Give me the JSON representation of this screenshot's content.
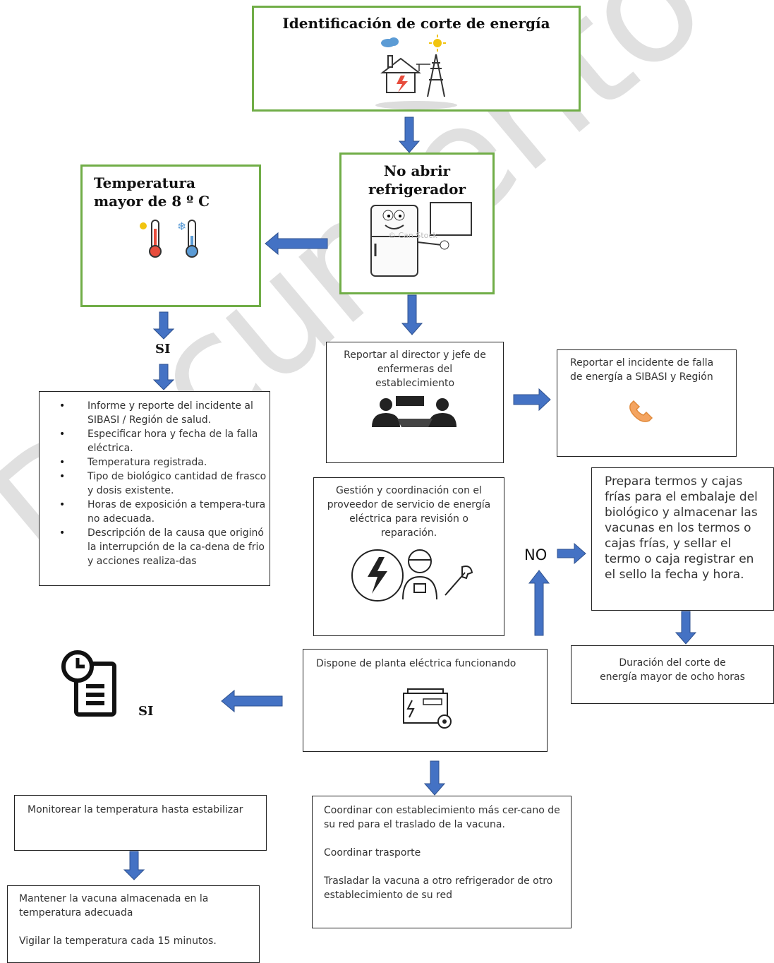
{
  "title_box": {
    "title": "Identificación de corte de energía"
  },
  "no_abrir": {
    "title": "No abrir refrigerador"
  },
  "temp_box": {
    "title": "Temperatura mayor de 8 º C"
  },
  "labels": {
    "si_top": "SI",
    "si_bottom": "SI",
    "no": "NO"
  },
  "incidente_list": [
    "Informe y reporte del incidente al SIBASI / Región de salud.",
    "Especificar hora y fecha de la falla eléctrica.",
    "Temperatura registrada.",
    "Tipo de biológico cantidad de frasco y dosis existente.",
    "Horas de exposición a tempera-tura no adecuada.",
    "Descripción de la causa que originó la interrupción de la ca-dena de frio y acciones realiza-das"
  ],
  "reportar_director": "Reportar al director y jefe de enfermeras del establecimiento",
  "reportar_sibasi": "Reportar el incidente de falla de energía  a SIBASI y Región",
  "gestion": "Gestión y coordinación con el proveedor de servicio de energía eléctrica para revisión o reparación.",
  "prepara_termos": "Prepara termos y cajas frías para el embalaje del biológico y almacenar las vacunas en los termos o cajas frías, y sellar el termo o caja registrar en el sello la fecha y hora.",
  "duracion": "Duración del corte de energía mayor de ocho horas",
  "planta": "Dispone  de planta eléctrica funcionando",
  "monitorear": "Monitorear la temperatura hasta estabilizar",
  "mantener": {
    "p1": "Mantener la vacuna almacenada en la temperatura adecuada",
    "p2": "Vigilar la temperatura cada 15 minutos."
  },
  "coordinar": {
    "p1": "Coordinar con establecimiento más cer-cano de su red para el traslado de la vacuna.",
    "p2": "Coordinar trasporte",
    "p3": "Trasladar la vacuna  a otro refrigerador de otro establecimiento de su red"
  },
  "image_text": {
    "canstock": "© Can Stock"
  },
  "watermark": "Documento Derogado",
  "colors": {
    "arrow": "#4472c4",
    "green_border": "#70ad47",
    "phone": "#f4a460"
  }
}
